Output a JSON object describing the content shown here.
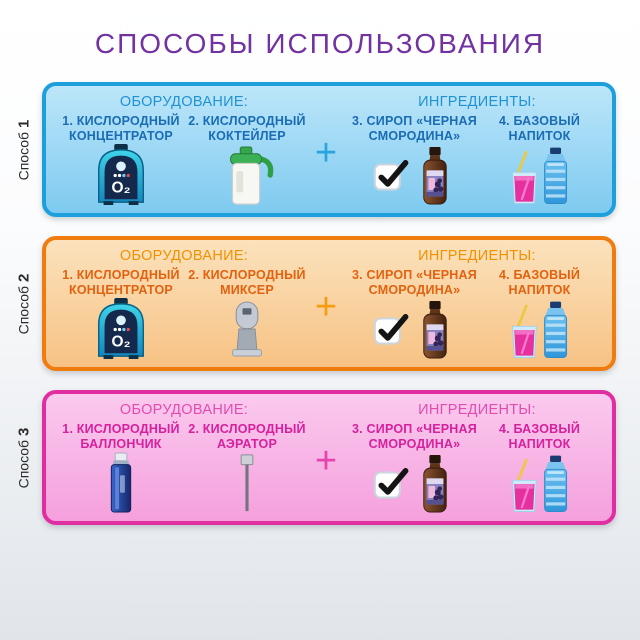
{
  "title": "СПОСОБЫ ИСПОЛЬЗОВАНИЯ",
  "labels": {
    "equipment": "ОБОРУДОВАНИЕ:",
    "ingredients": "ИНГРЕДИЕНТЫ:",
    "plus": "+"
  },
  "icons": {
    "o2": "O₂"
  },
  "theme_colors": {
    "title": "#7232a2",
    "method1": {
      "border": "#1d9fdb",
      "bg_top": "#bde6f9",
      "bg_bottom": "#7ecaf0",
      "header_text": "#1f93d2",
      "item_text": "#1a6cb4",
      "plus": "#29a4dc"
    },
    "method2": {
      "border": "#f07c10",
      "bg_top": "#fbe2bd",
      "bg_bottom": "#f7c284",
      "header_text": "#f19100",
      "item_text": "#e2620f",
      "plus": "#f49d13"
    },
    "method3": {
      "border": "#e02da2",
      "bg_top": "#facaee",
      "bg_bottom": "#f5a0dd",
      "header_text": "#e24caf",
      "item_text": "#d6219c",
      "plus": "#e743ae"
    }
  },
  "methods": [
    {
      "side_word": "Способ",
      "side_number": "1",
      "equipment": [
        {
          "line1": "1. КИСЛОРОДНЫЙ",
          "line2": "КОНЦЕНТРАТОР",
          "icon": "oxygen-concentrator"
        },
        {
          "line1": "2. КИСЛОРОДНЫЙ",
          "line2": "КОКТЕЙЛЕР",
          "icon": "oxygen-cocktail-maker"
        }
      ],
      "ingredients": [
        {
          "line1": "3. СИРОП «ЧЕРНАЯ",
          "line2": "СМОРОДИНА»",
          "icon": "blackcurrant-syrup-bottle",
          "checked": true
        },
        {
          "line1": "4. БАЗОВЫЙ",
          "line2": "НАПИТОК",
          "icon": "glass-and-water-bottle"
        }
      ]
    },
    {
      "side_word": "Способ",
      "side_number": "2",
      "equipment": [
        {
          "line1": "1. КИСЛОРОДНЫЙ",
          "line2": "КОНЦЕНТРАТОР",
          "icon": "oxygen-concentrator"
        },
        {
          "line1": "2. КИСЛОРОДНЫЙ",
          "line2": "МИКСЕР",
          "icon": "oxygen-mixer"
        }
      ],
      "ingredients": [
        {
          "line1": "3. СИРОП «ЧЕРНАЯ",
          "line2": "СМОРОДИНА»",
          "icon": "blackcurrant-syrup-bottle",
          "checked": true
        },
        {
          "line1": "4. БАЗОВЫЙ",
          "line2": "НАПИТОК",
          "icon": "glass-and-water-bottle"
        }
      ]
    },
    {
      "side_word": "Способ",
      "side_number": "3",
      "equipment": [
        {
          "line1": "1. КИСЛОРОДНЫЙ",
          "line2": "БАЛЛОНЧИК",
          "icon": "oxygen-spray-can"
        },
        {
          "line1": "2. КИСЛОРОДНЫЙ",
          "line2": "АЭРАТОР",
          "icon": "oxygen-aerator"
        }
      ],
      "ingredients": [
        {
          "line1": "3. СИРОП «ЧЕРНАЯ",
          "line2": "СМОРОДИНА»",
          "icon": "blackcurrant-syrup-bottle",
          "checked": true
        },
        {
          "line1": "4. БАЗОВЫЙ",
          "line2": "НАПИТОК",
          "icon": "glass-and-water-bottle"
        }
      ]
    }
  ]
}
